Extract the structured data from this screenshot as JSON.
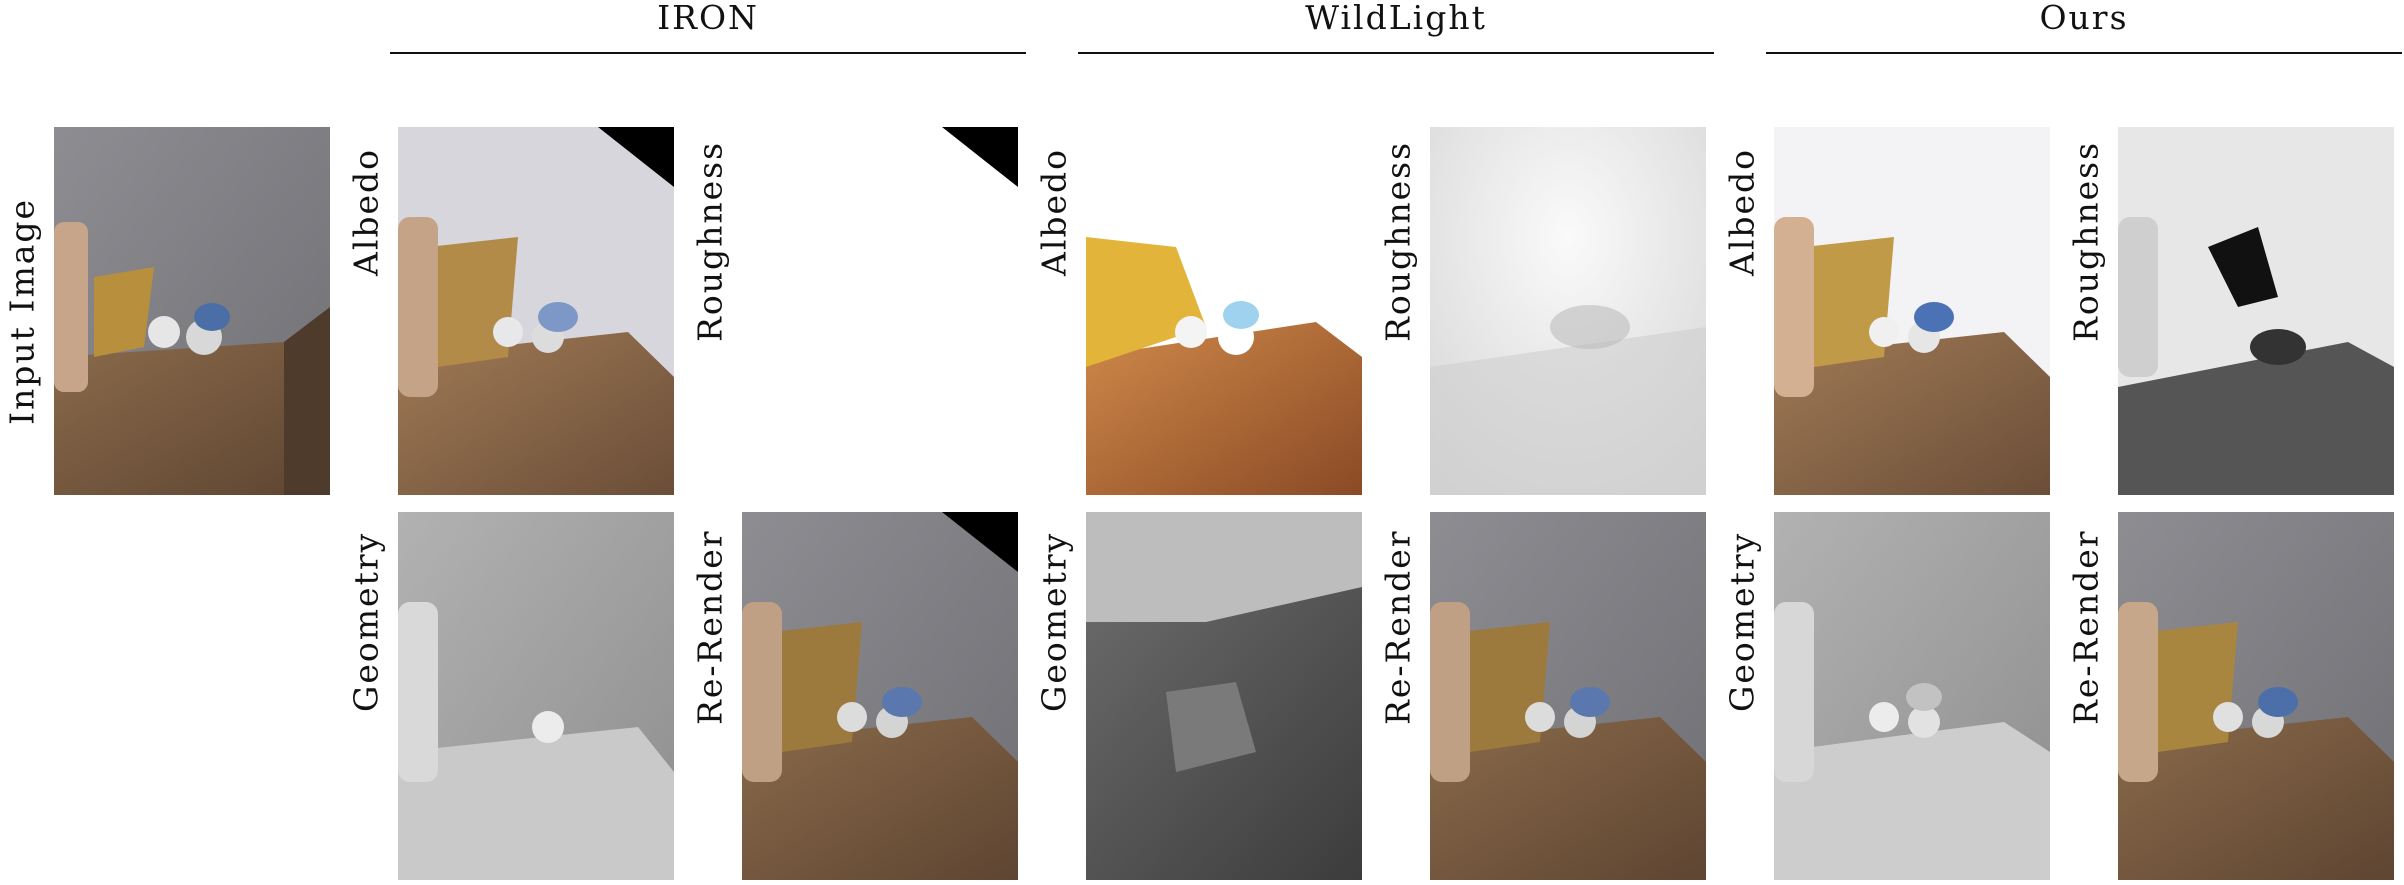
{
  "headers": {
    "iron": "IRON",
    "wildlight": "WildLight",
    "ours": "Ours"
  },
  "labels": {
    "input_image": "Input Image",
    "albedo": "Albedo",
    "roughness": "Roughness",
    "geometry": "Geometry",
    "rerender": "Re-Render"
  }
}
